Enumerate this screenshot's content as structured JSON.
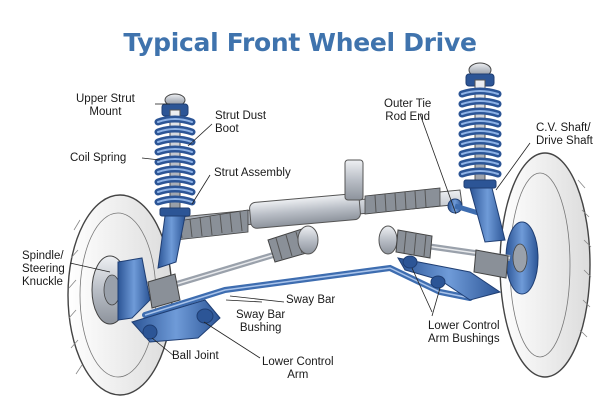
{
  "title": "Typical Front Wheel Drive",
  "labels": {
    "upper_strut_mount": [
      "Upper Strut",
      "Mount"
    ],
    "coil_spring": "Coil Spring",
    "strut_dust_boot": [
      "Strut Dust",
      "Boot"
    ],
    "strut_assembly": "Strut Assembly",
    "outer_tie_rod_end": [
      "Outer Tie",
      "Rod End"
    ],
    "cv_shaft": [
      "C.V. Shaft/",
      "Drive Shaft"
    ],
    "spindle": [
      "Spindle/",
      "Steering",
      "Knuckle"
    ],
    "sway_bar": "Sway Bar",
    "sway_bar_bushing": [
      "Sway Bar",
      "Bushing"
    ],
    "lower_control_arm_bushings": [
      "Lower Control",
      "Arm Bushings"
    ],
    "ball_joint": "Ball Joint",
    "lower_control_arm": [
      "Lower Control",
      "Arm"
    ]
  },
  "colors": {
    "title": "#3f73ad",
    "part_blue": "#4a7cc0",
    "part_dark": "#1f3e73",
    "metal": "#c8ccd2",
    "tire": "#f2f2f2",
    "leader": "#222222"
  }
}
